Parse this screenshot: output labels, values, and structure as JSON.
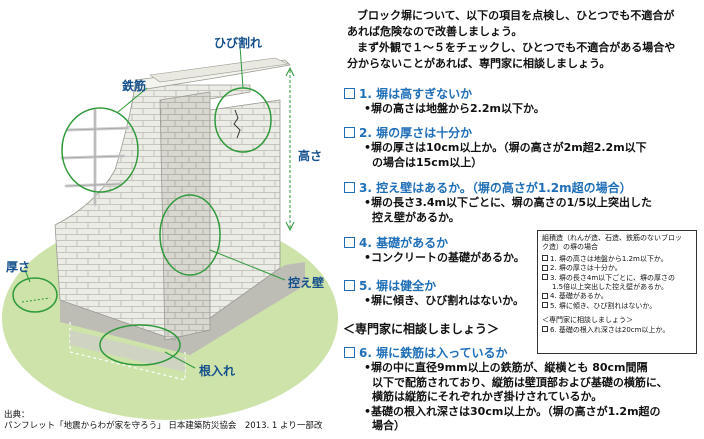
{
  "illustration": {
    "labels": {
      "crack": "ひび割れ",
      "rebar": "鉄筋",
      "height": "高さ",
      "thickness": "厚さ",
      "buttress": "控え壁",
      "embedment": "根入れ"
    },
    "colors": {
      "ground": "#c8e0a0",
      "wall_light": "#efefe9",
      "wall_mid": "#dcdcd6",
      "wall_dark": "#c4c4bd",
      "foundation": "#b9b9b2",
      "circle": "#2e9a3a",
      "label": "#14508c"
    }
  },
  "intro": [
    "ブロック塀について、以下の項目を点検し、ひとつでも不適合が",
    "あれば危険なので改善しましょう。",
    "まず外観で１～５をチェックし、ひとつでも不適合がある場合や",
    "分からないことがあれば、専門家に相談しましょう。"
  ],
  "items": [
    {
      "title": "1. 塀は高すぎないか",
      "desc": [
        "•塀の高さは地盤から2.2m以下か。"
      ]
    },
    {
      "title": "2. 塀の厚さは十分か",
      "desc": [
        "•塀の厚さは10cm以上か。（塀の高さが2m超2.2m以下",
        "の場合は15cm以上）"
      ]
    },
    {
      "title": "3. 控え壁はあるか。（塀の高さが1.2m超の場合）",
      "desc": [
        "•塀の長さ3.4m以下ごとに、塀の高さの1/5以上突出した",
        "控え壁があるか。"
      ]
    },
    {
      "title": "4. 基礎があるか",
      "desc": [
        "•コンクリートの基礎があるか。"
      ]
    },
    {
      "title": "5. 塀は健全か",
      "desc": [
        "•塀に傾き、ひび割れはないか。"
      ]
    },
    {
      "title": "6. 塀に鉄筋は入っているか",
      "desc": [
        "•塀の中に直径9mm以上の鉄筋が、縦横とも 80cm間隔",
        "以下で配筋されており、縦筋は壁頂部および基礎の横筋に、",
        "横筋は縦筋にそれぞれかぎ掛けされているか。",
        "•基礎の根入れ深さは30cm以上か。（塀の高さが1.2m超の",
        "場合）"
      ]
    }
  ],
  "consult": "＜専門家に相談しましょう＞",
  "note": {
    "header": [
      "組積造（れんが造、石造、鉄筋のないブロッ",
      "ク造）の塀の場合"
    ],
    "rows": [
      "1. 塀の高さは地盤から1.2m以下か。",
      "2. 塀の厚さは十分か。",
      "3. 塀の長さ4m以下ごとに、塀の厚さの",
      "1.5倍以上突出した控え壁があるか。",
      "4. 基礎があるか。",
      "5. 塀に傾き、ひび割れはないか。"
    ],
    "consult": "＜専門家に相談しましょう＞",
    "extra": "6. 基礎の根入れ深さは20cm以上か。"
  },
  "source": {
    "label": "出典：",
    "text": "パンフレット「地震からわが家を守ろう」 日本建築防災協会　2013. 1 より一部改"
  }
}
